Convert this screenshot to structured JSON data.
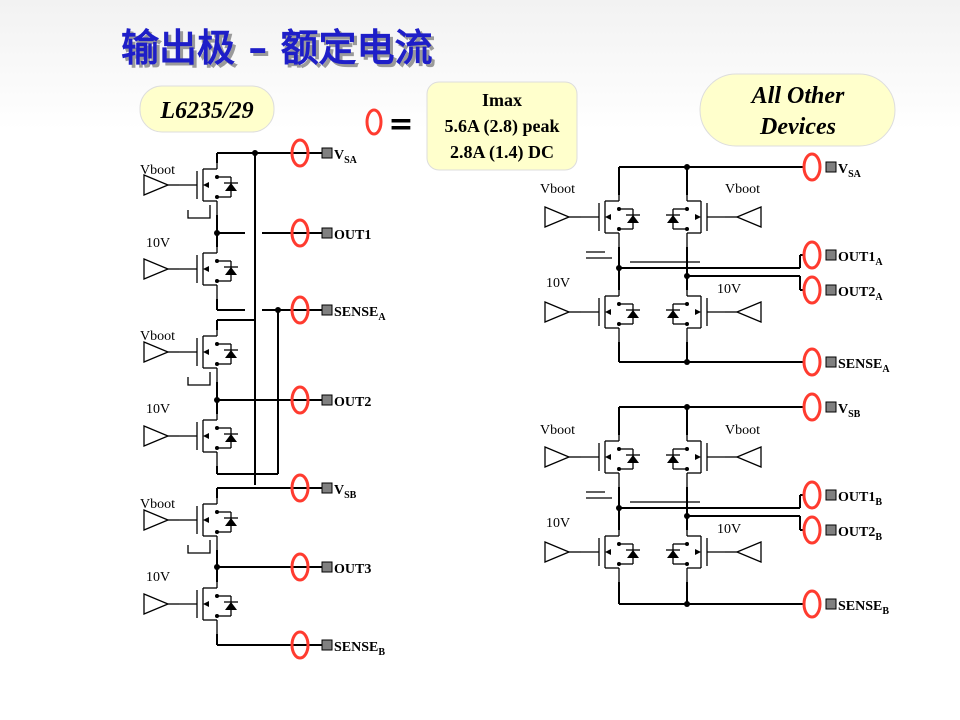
{
  "title": "输出极 – 额定电流",
  "left_label": "L6235/29",
  "right_label_line1": "All Other",
  "right_label_line2": "Devices",
  "equals": "=",
  "imax_box": {
    "heading": "Imax",
    "line1": "5.6A (2.8) peak",
    "line2": "2.8A (1.4) DC"
  },
  "driver_labels": {
    "vboot": "Vboot",
    "v10": "10V"
  },
  "left_pins": [
    {
      "main": "V",
      "sub": "SA"
    },
    {
      "main": "OUT1",
      "sub": ""
    },
    {
      "main": "SENSE",
      "sub": "A"
    },
    {
      "main": "OUT2",
      "sub": ""
    },
    {
      "main": "V",
      "sub": "SB"
    },
    {
      "main": "OUT3",
      "sub": ""
    },
    {
      "main": "SENSE",
      "sub": "B"
    }
  ],
  "right_pins_a": [
    {
      "main": "V",
      "sub": "SA"
    },
    {
      "main": "OUT1",
      "sub": "A"
    },
    {
      "main": "OUT2",
      "sub": "A"
    },
    {
      "main": "SENSE",
      "sub": "A"
    }
  ],
  "right_pins_b": [
    {
      "main": "V",
      "sub": "SB"
    },
    {
      "main": "OUT1",
      "sub": "B"
    },
    {
      "main": "OUT2",
      "sub": "B"
    },
    {
      "main": "SENSE",
      "sub": "B"
    }
  ],
  "colors": {
    "title": "#1e1ec8",
    "ring": "#ff3b2f",
    "box_fill": "#ffffcc"
  }
}
